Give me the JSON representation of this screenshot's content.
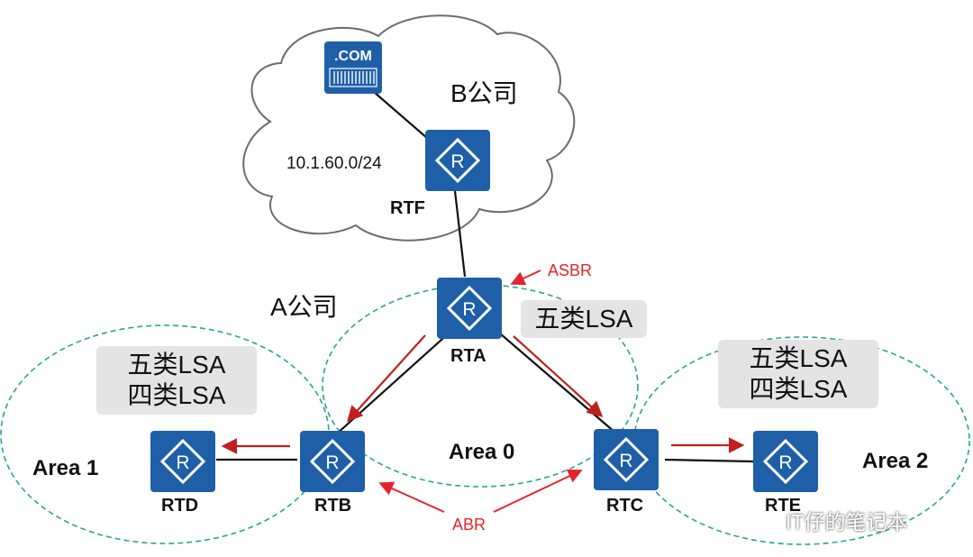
{
  "company_b": "B公司",
  "company_a": "A公司",
  "network": "10.1.60.0/24",
  "server_label": ".COM",
  "routers": {
    "rtf": "RTF",
    "rta": "RTA",
    "rtb": "RTB",
    "rtc": "RTC",
    "rtd": "RTD",
    "rte": "RTE",
    "icon_glyph": "R"
  },
  "areas": {
    "area0": "Area 0",
    "area1": "Area 1",
    "area2": "Area 2"
  },
  "annotations": {
    "asbr": "ASBR",
    "abr": "ABR"
  },
  "lsa_boxes": {
    "rta": [
      "五类LSA"
    ],
    "area1": [
      "五类LSA",
      "四类LSA"
    ],
    "area2": [
      "五类LSA",
      "四类LSA"
    ]
  },
  "watermark": "IT仔的笔记本",
  "colors": {
    "router_fill": "#1e5fa8",
    "link": "#111111",
    "arrow": "#c0201f",
    "area_border": "#2aa198",
    "annotation": "#e3242b"
  }
}
